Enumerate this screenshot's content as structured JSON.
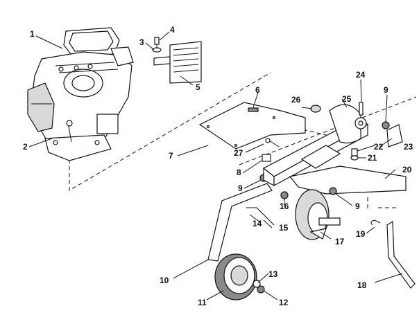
{
  "labels": [
    "1",
    "2",
    "3",
    "4",
    "5",
    "6",
    "7",
    "8",
    "9",
    "10",
    "11",
    "12",
    "13",
    "14",
    "15",
    "16",
    "17",
    "18",
    "19",
    "20",
    "21",
    "22",
    "23",
    "24",
    "25",
    "26",
    "27"
  ]
}
